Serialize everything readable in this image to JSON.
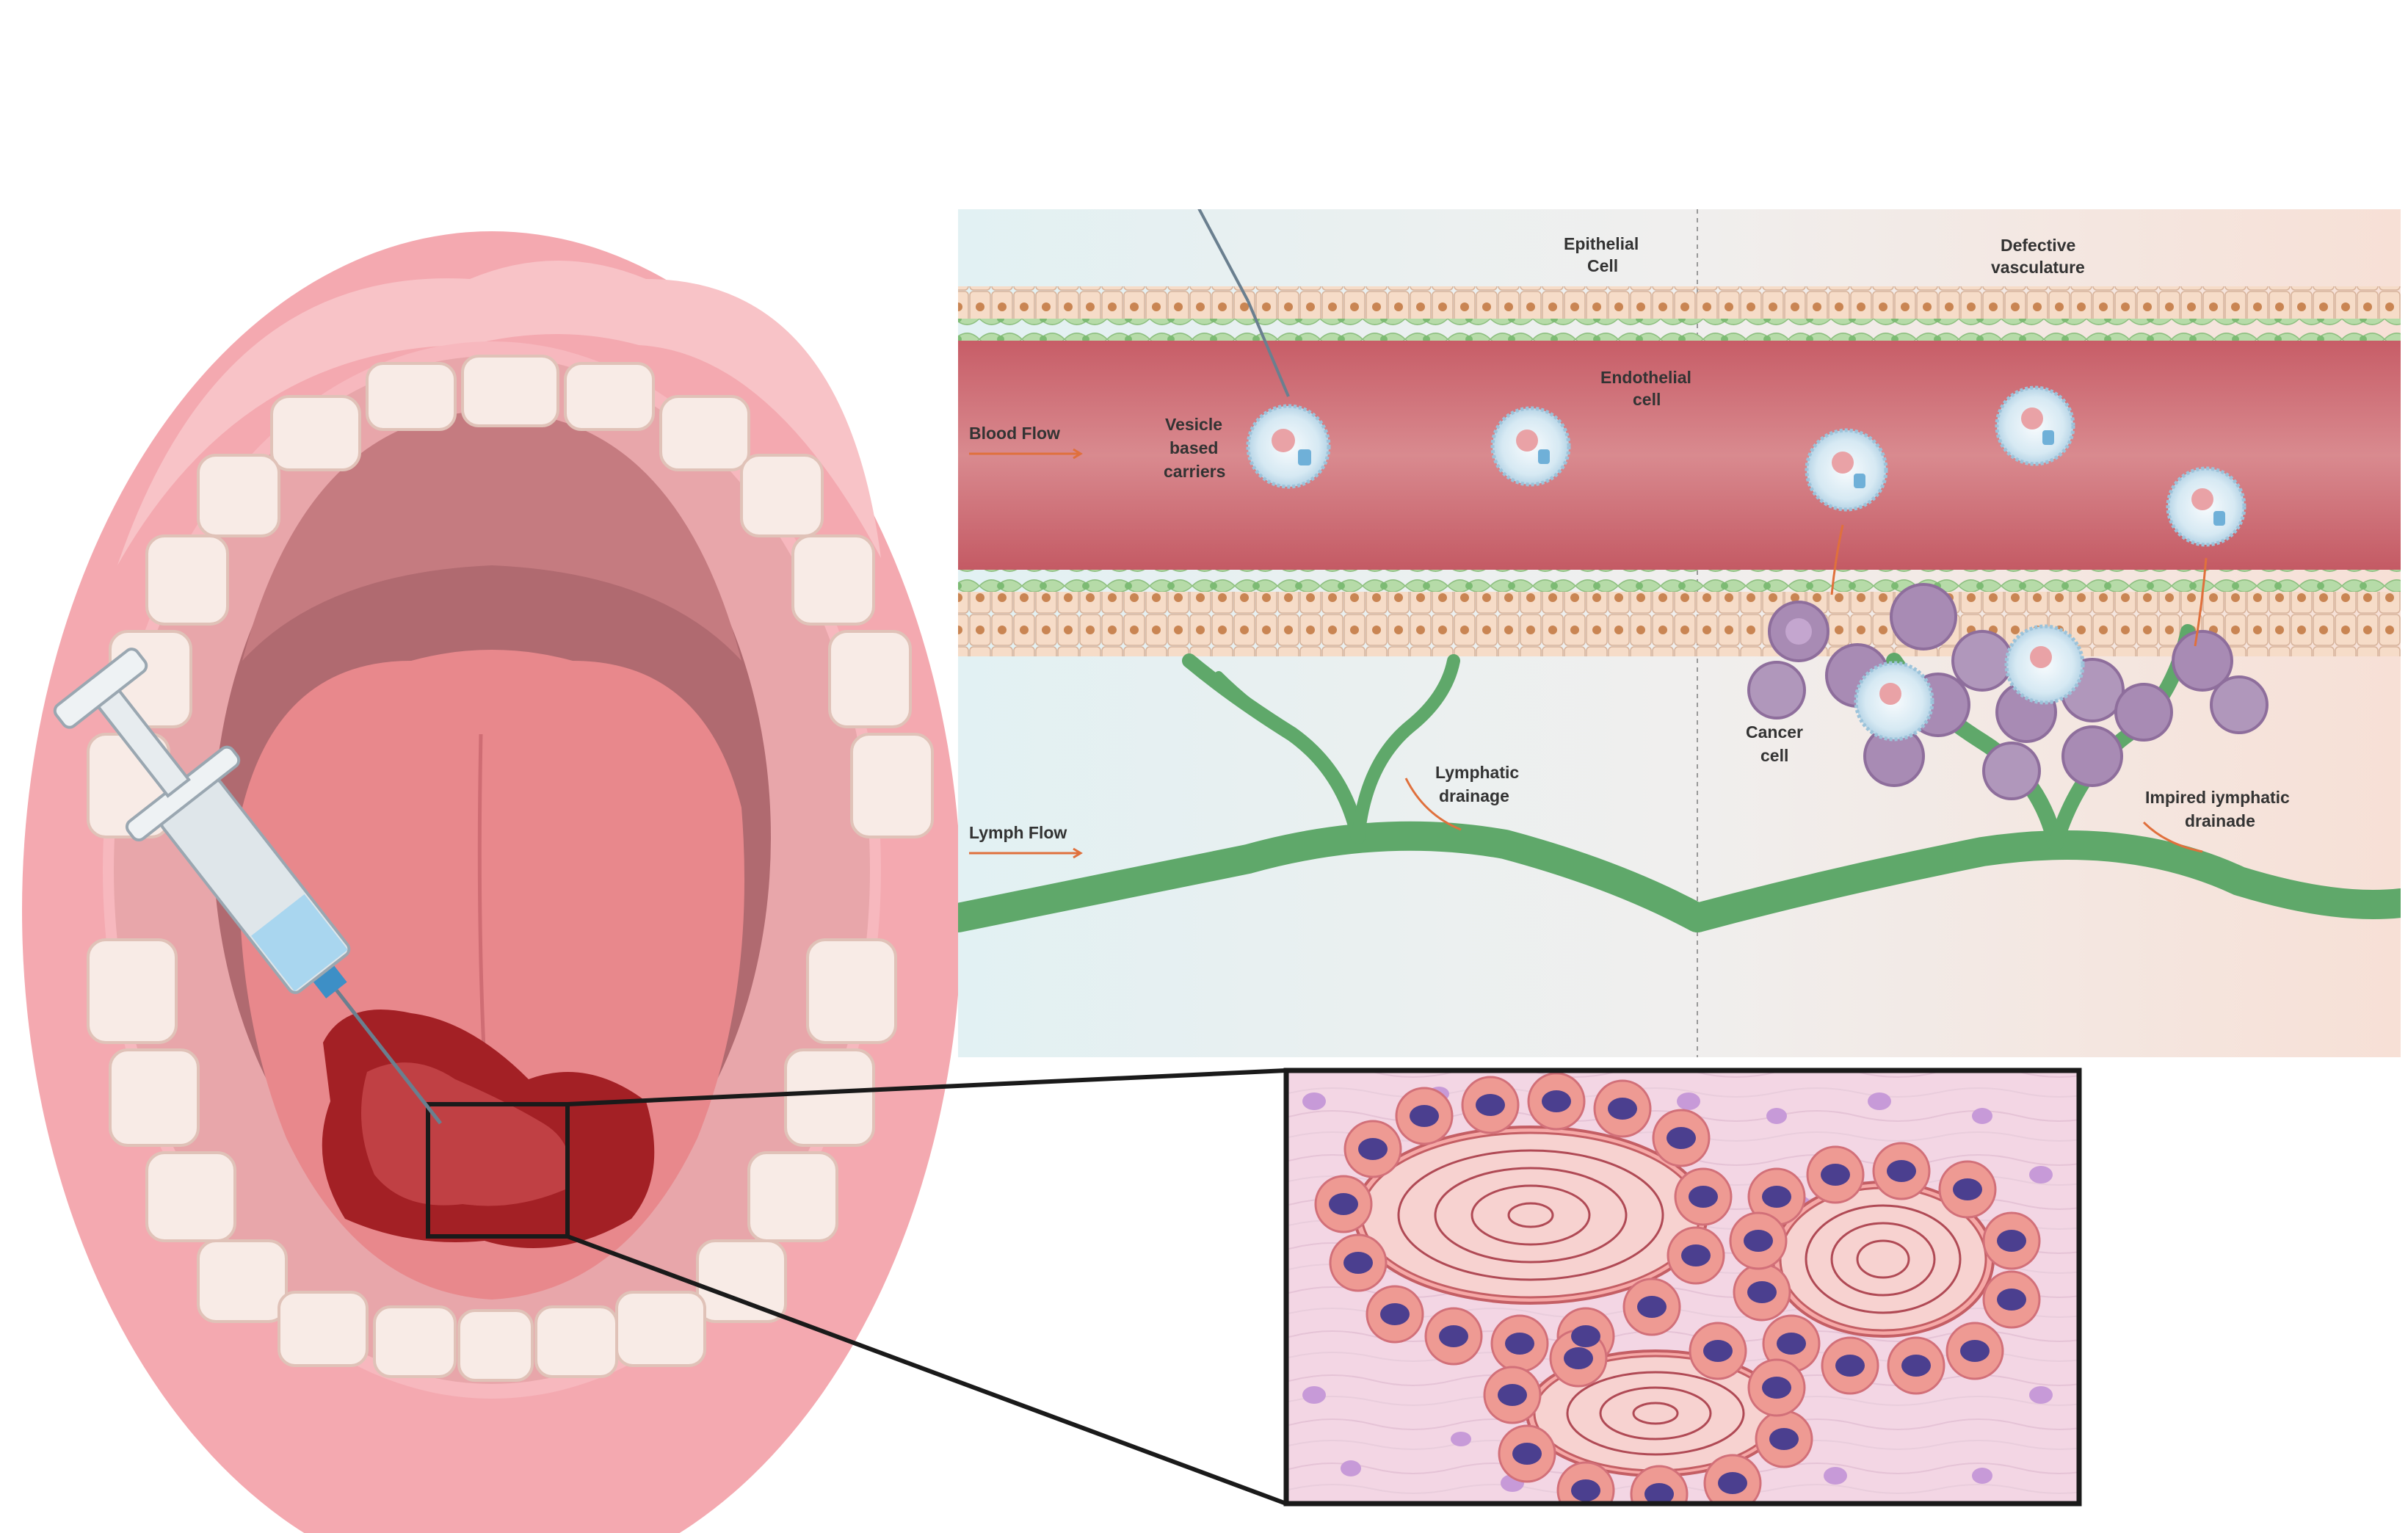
{
  "panel_top": {
    "healthy_title": "Healthy Tissue",
    "tumor_title": "Tumor Tissue",
    "epithelial": [
      "Epithelial",
      "Cell"
    ],
    "endothelial": [
      "Endothelial",
      "cell"
    ],
    "defective": [
      "Defective",
      "vasculature"
    ],
    "vesicle": [
      "Vesicle",
      "based",
      "carriers"
    ],
    "blood_flow": "Blood Flow",
    "lymph_flow": "Lymph Flow",
    "lymphatic": [
      "Lymphatic",
      "drainage"
    ],
    "cancer": [
      "Cancer",
      "cell"
    ],
    "impaired": [
      "Impired iymphatic",
      "drainade"
    ]
  },
  "colors": {
    "lip": "#f4a9b0",
    "tongue": "#e8888c",
    "lesion": "#a32025",
    "vessel": "#c9616a",
    "epithelium": "#f6dcc8",
    "endothelium": "#a8d29a",
    "lymph": "#5fa86a",
    "cancer_cell": "#a88bb4",
    "histology_bg": "#f3d6e4",
    "nucleus": "#4b3f8f"
  },
  "icons": [
    "syringe-icon",
    "vesicle-carrier-icon",
    "cancer-cell-icon"
  ]
}
